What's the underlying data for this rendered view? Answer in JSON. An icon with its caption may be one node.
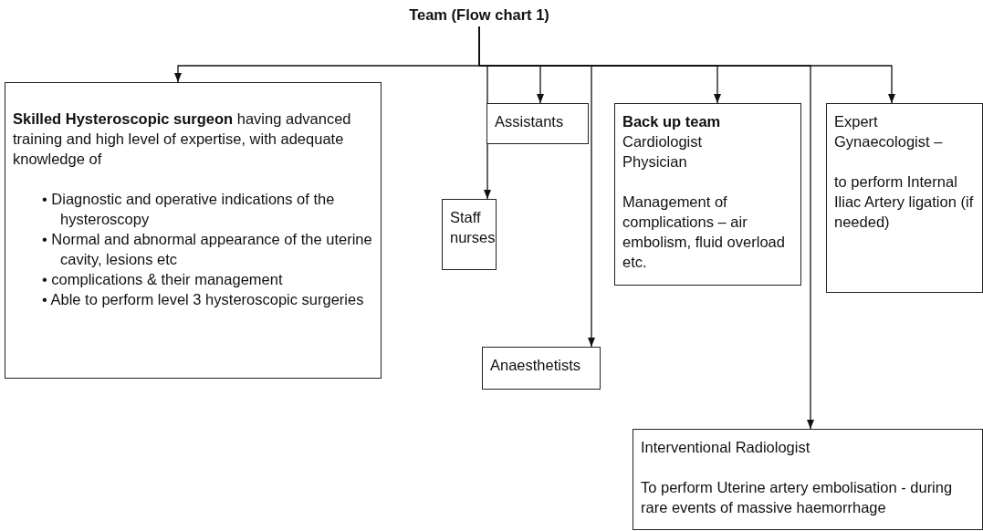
{
  "diagram": {
    "nodes": [
      {
        "text": [
          "Team (Flow chart 1)"
        ]
      },
      {
        "text": [
          "**Skilled Hysteroscopic surgeon** having advanced training and high level of expertise, with adequate knowledge of",
          "• Diagnostic and operative indications of the hysteroscopy",
          "• Normal and abnormal appearance of the uterine cavity, lesions etc",
          "• complications & their management",
          "• Able to perform level 3 hysteroscopic surgeries"
        ]
      },
      {
        "text": [
          "Staff nurses"
        ]
      },
      {
        "text": [
          "Assistants"
        ]
      },
      {
        "text": [
          "Anaesthetists"
        ]
      },
      {
        "text": [
          "Back up team",
          "Cardiologist",
          "Physician",
          "Management of complications – air embolism, fluid overload etc."
        ]
      },
      {
        "text": [
          "Interventional Radiologist",
          "To perform Uterine artery embolisation - during rare events of massive haemorrhage"
        ]
      },
      {
        "text": [
          "Expert Gynaecologist –",
          "to perform Internal Iliac Artery ligation (if needed)"
        ]
      }
    ],
    "edges": [
      {
        "from": 0,
        "to": 1,
        "arrow": "to"
      },
      {
        "from": 0,
        "to": 2,
        "arrow": "to"
      },
      {
        "from": 0,
        "to": 3,
        "arrow": "to"
      },
      {
        "from": 0,
        "to": 4,
        "arrow": "to"
      },
      {
        "from": 0,
        "to": 5,
        "arrow": "to"
      },
      {
        "from": 0,
        "to": 6,
        "arrow": "to"
      },
      {
        "from": 0,
        "to": 7,
        "arrow": "to"
      }
    ]
  }
}
